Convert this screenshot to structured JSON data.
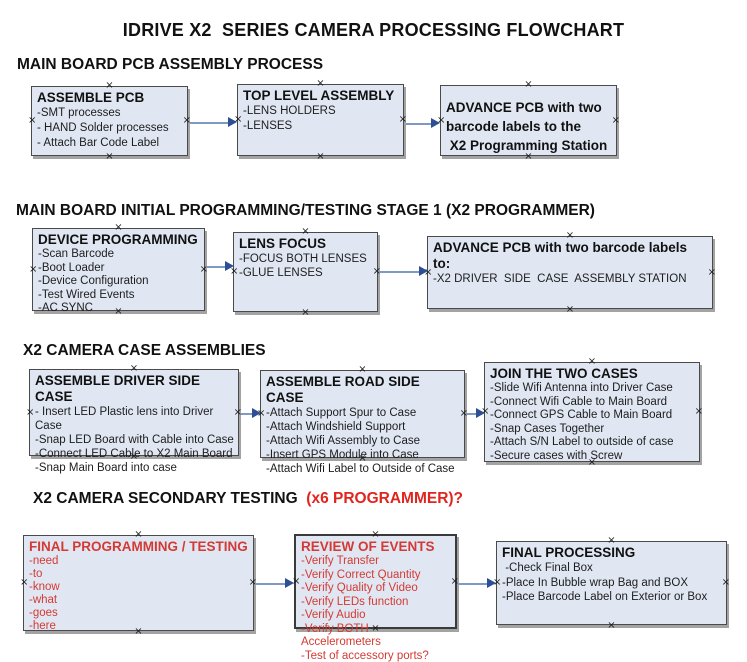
{
  "title": "IDRIVE X2  SERIES CAMERA PROCESSING FLOWCHART",
  "icons": {
    "connector_anchor": "×"
  },
  "colors": {
    "box_fill": "#e0e7f3",
    "box_border": "#4a4a4a",
    "box_shadow": "#a3a3a3",
    "red_text": "#d43a33",
    "heading_red": "#e0251f",
    "arrow_line": "#8099c4",
    "arrow_head": "#2d4f96"
  },
  "sections": [
    {
      "heading": "MAIN BOARD PCB ASSEMBLY PROCESS",
      "heading_red": "",
      "boxes": [
        {
          "title": "ASSEMBLE PCB",
          "body": "-SMT processes\n- HAND Solder processes\n- Attach Bar Code Label"
        },
        {
          "title": "TOP LEVEL ASSEMBLY",
          "body": "-LENS HOLDERS\n-LENSES"
        },
        {
          "title": "ADVANCE PCB with two\nbarcode labels to the\n X2 Programming Station",
          "body": ""
        }
      ]
    },
    {
      "heading": "MAIN BOARD INITIAL PROGRAMMING/TESTING STAGE 1 (X2 PROGRAMMER)",
      "heading_red": "",
      "boxes": [
        {
          "title": "DEVICE PROGRAMMING",
          "body": "-Scan Barcode\n-Boot Loader\n-Device Configuration\n-Test Wired Events\n-AC SYNC"
        },
        {
          "title": "LENS FOCUS",
          "body": "-FOCUS BOTH LENSES\n-GLUE LENSES"
        },
        {
          "title": "ADVANCE PCB with two barcode labels to:",
          "body": "-X2 DRIVER  SIDE  CASE  ASSEMBLY STATION"
        }
      ]
    },
    {
      "heading": "X2 CAMERA CASE ASSEMBLIES",
      "heading_red": "",
      "boxes": [
        {
          "title": "ASSEMBLE DRIVER SIDE CASE",
          "body": "- Insert LED Plastic lens into Driver Case\n-Snap LED Board with Cable into Case\n-Connect LED Cable to X2 Main Board\n-Snap Main Board into case"
        },
        {
          "title": "ASSEMBLE ROAD SIDE CASE",
          "body": "-Attach Support Spur to Case\n-Attach Windshield Support\n-Attach Wifi Assembly to Case\n-Insert GPS Module into Case\n-Attach Wifi Label to Outside of Case"
        },
        {
          "title": "JOIN THE TWO CASES",
          "body": "-Slide Wifi Antenna into Driver Case\n-Connect Wifi Cable to Main Board\n-Connect GPS Cable to Main Board\n-Snap Cases Together\n-Attach S/N Label to outside of case\n-Secure cases with Screw"
        }
      ]
    },
    {
      "heading": "X2 CAMERA SECONDARY TESTING",
      "heading_red": "  (x6 PROGRAMMER)?",
      "boxes": [
        {
          "title": "FINAL PROGRAMMING / TESTING",
          "body": "-need\n-to\n-know\n-what\n-goes\n-here"
        },
        {
          "title": "REVIEW OF EVENTS",
          "body": "-Verify Transfer\n-Verify Correct Quantity\n-Verify Quality of Video\n-Verify LEDs function\n-Verify Audio\n-Verify BOTH Accelerometers\n-Test of accessory ports?"
        },
        {
          "title": "FINAL PROCESSING",
          "body": " -Check Final Box\n-Place In Bubble wrap Bag and BOX\n-Place Barcode Label on Exterior or Box"
        }
      ]
    }
  ]
}
